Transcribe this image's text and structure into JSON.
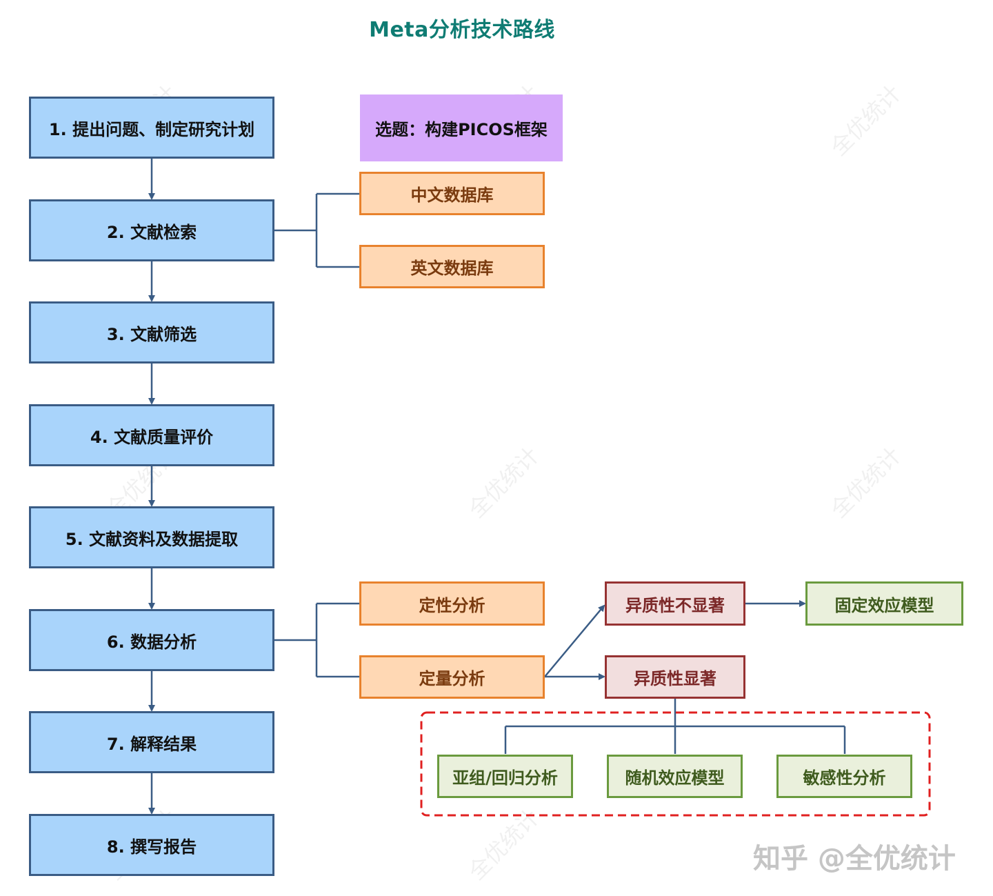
{
  "title": "Meta分析技术路线",
  "steps": [
    "1. 提出问题、制定研究计划",
    "2. 文献检索",
    "3. 文献筛选",
    "4. 文献质量评价",
    "5. 文献资料及数据提取",
    "6. 数据分析",
    "7. 解释结果",
    "8. 撰写报告"
  ],
  "topic": "选题：构建PICOS框架",
  "databases": [
    "中文数据库",
    "英文数据库"
  ],
  "analysis": [
    "定性分析",
    "定量分析"
  ],
  "heterogeneity": {
    "not_significant": "异质性不显著",
    "significant": "异质性显著"
  },
  "fixed_model": "固定效应模型",
  "remedies": [
    "亚组/回归分析",
    "随机效应模型",
    "敏感性分析"
  ],
  "watermark": "全优统计",
  "credit": "知乎 @全优统计",
  "colors": {
    "title": "#0f7c73",
    "step_fill": "#a9d4fb",
    "step_border": "#3a5c85",
    "topic_fill": "#d6a9fb",
    "orange_fill": "#ffd8b4",
    "orange_border": "#e8822d",
    "red_fill": "#f2dede",
    "red_border": "#963232",
    "green_fill": "#eaf0dc",
    "green_border": "#6a9a3e",
    "dashed_frame": "#e02020"
  }
}
